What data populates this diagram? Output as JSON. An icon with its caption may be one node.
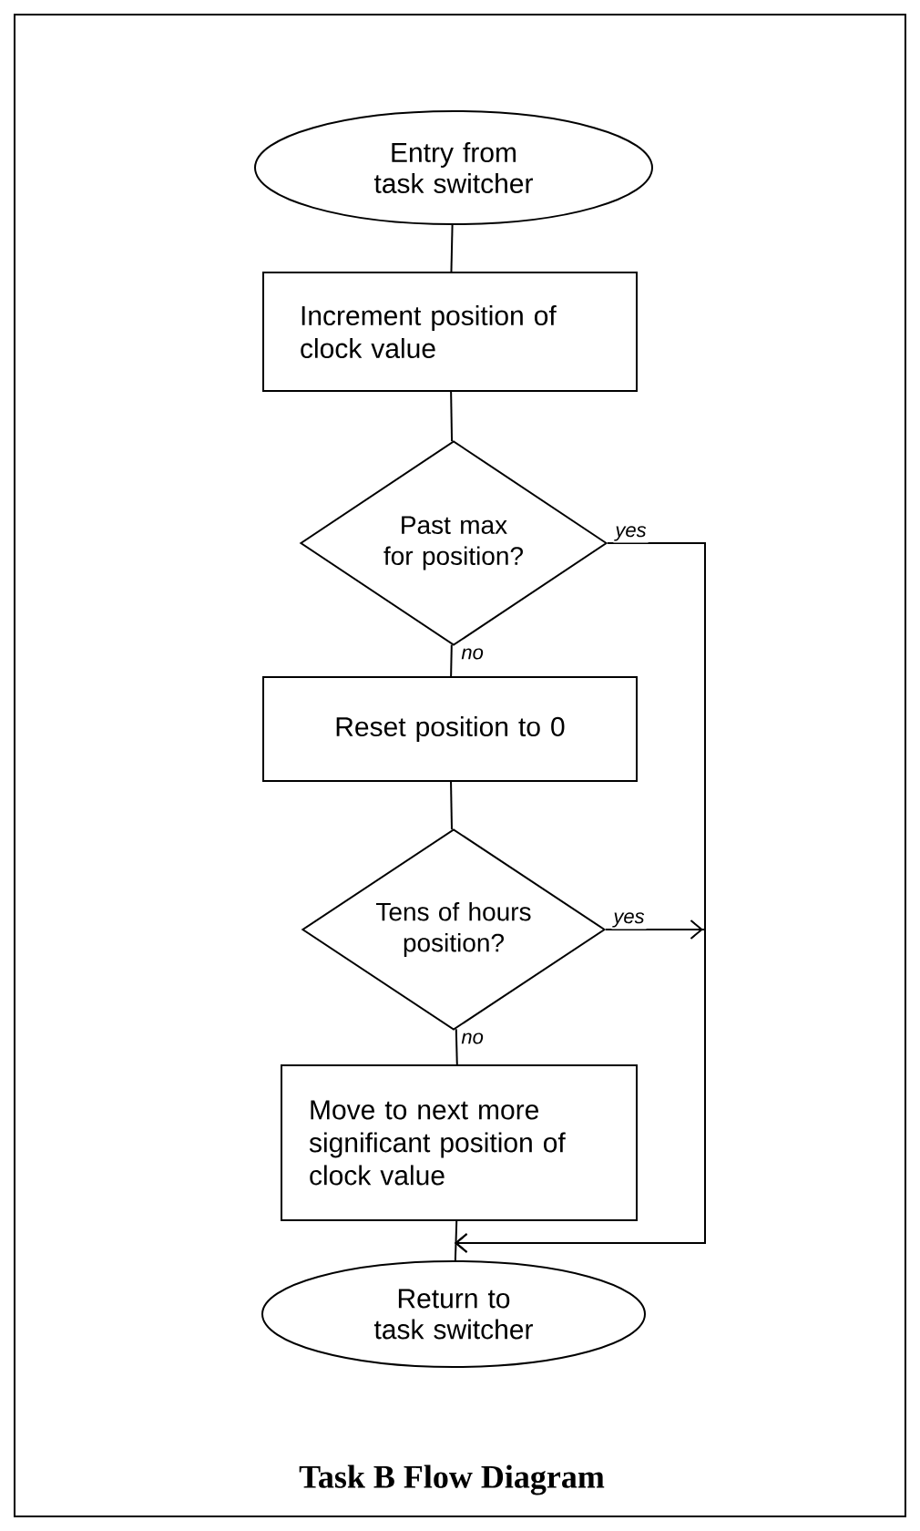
{
  "diagram": {
    "title": "Task B Flow Diagram",
    "nodes": [
      {
        "text": [
          "Entry from task switcher"
        ]
      },
      {
        "text": [
          "Increment position of clock value"
        ]
      },
      {
        "text": [
          "Past max for position?"
        ]
      },
      {
        "text": [
          "Reset position to 0"
        ]
      },
      {
        "text": [
          "Tens of hours position?"
        ]
      },
      {
        "text": [
          "Move to next more significant position of clock value"
        ]
      },
      {
        "text": [
          "Return to task switcher"
        ]
      }
    ],
    "edges": [
      {
        "from": 0,
        "to": 1,
        "arrow": "none"
      },
      {
        "from": 1,
        "to": 2,
        "arrow": "none"
      },
      {
        "from": 2,
        "to": 3,
        "arrow": "none",
        "label": "no"
      },
      {
        "from": 3,
        "to": 4,
        "arrow": "none"
      },
      {
        "from": 4,
        "to": 5,
        "arrow": "none",
        "label": "no"
      },
      {
        "from": 5,
        "to": 6,
        "arrow": "none"
      },
      {
        "from": 2,
        "to": 6,
        "arrow": "to",
        "label": "yes"
      },
      {
        "from": 4,
        "to": 6,
        "arrow": "to",
        "label": "yes"
      }
    ]
  }
}
